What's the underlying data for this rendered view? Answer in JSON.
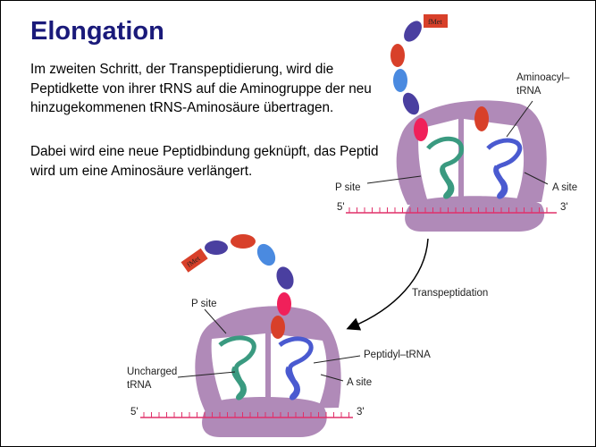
{
  "title": "Elongation",
  "paragraphs": [
    "Im zweiten Schritt, der Transpeptidierung, wird die Peptidkette von ihrer tRNS auf die Aminogruppe der neu hinzugekommenen tRNS-Aminosäure übertragen.",
    "Dabei wird eine neue Peptidbindung geknüpft, das Peptid wird um eine Aminosäure verlängert."
  ],
  "diagram": {
    "top": {
      "fmet": "fMet",
      "aminoacyl_label_1": "Aminoacyl–",
      "aminoacyl_label_2": "tRNA",
      "p_site": "P site",
      "a_site": "A site",
      "five_prime": "5'",
      "three_prime": "3'"
    },
    "arrow_label": "Transpeptidation",
    "bottom": {
      "fmet": "fMet",
      "p_site": "P site",
      "uncharged_1": "Uncharged",
      "uncharged_2": "tRNA",
      "peptidyl": "Peptidyl–tRNA",
      "a_site": "A site",
      "five_prime": "5'",
      "three_prime": "3'"
    },
    "colors": {
      "ribosome": "#b08ab8",
      "mrna": "#e0306a",
      "p_trna": "#3a9a80",
      "a_trna": "#4a5ad0",
      "fmet": "#d8402a"
    }
  }
}
